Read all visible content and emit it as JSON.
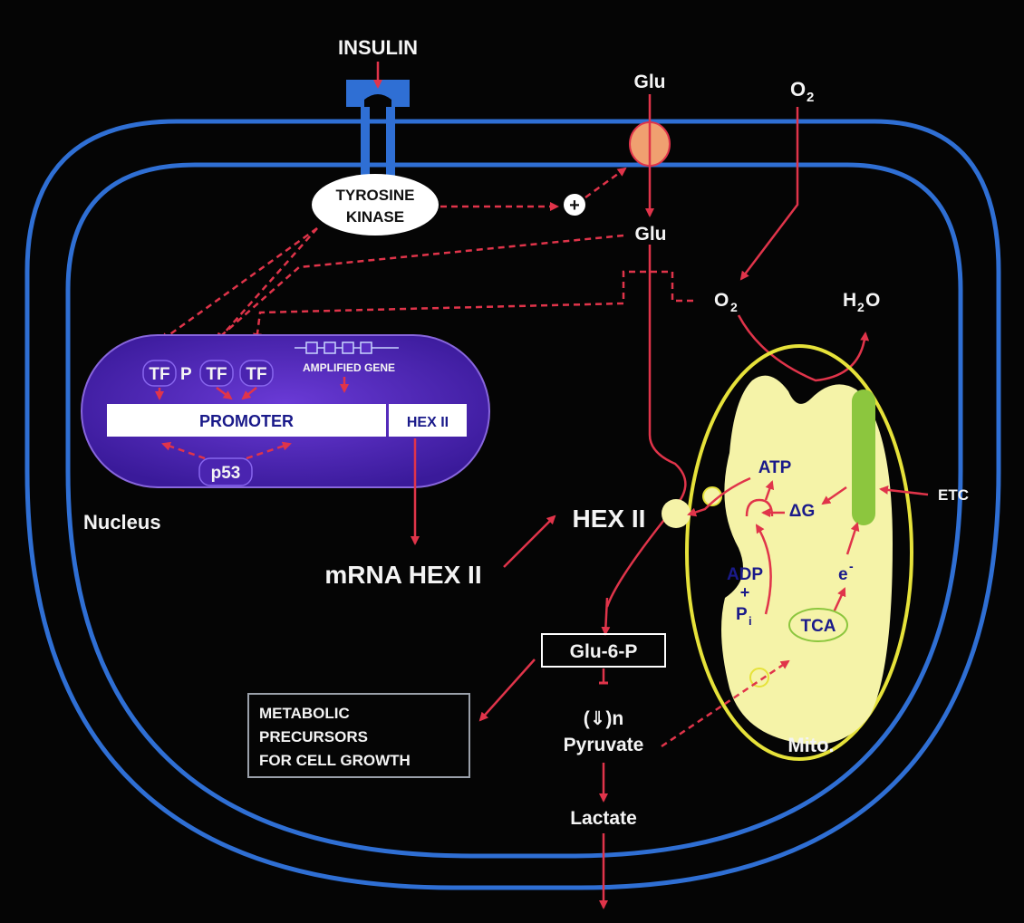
{
  "labels": {
    "insulin": "INSULIN",
    "glu_top": "Glu",
    "o2_top": "O",
    "o2_top_sub": "2",
    "tyrosine_line1": "TYROSINE",
    "tyrosine_line2": "KINASE",
    "plus": "+",
    "glu_inside": "Glu",
    "o2_inside": "O",
    "o2_inside_sub": "2",
    "h2o_h": "H",
    "h2o_sub": "2",
    "h2o_o": "O",
    "tf1": "TF",
    "p": "P",
    "tf2": "TF",
    "tf3": "TF",
    "amplified_gene": "AMPLIFIED GENE",
    "promoter": "PROMOTER",
    "hex_gene": "HEX II",
    "p53": "p53",
    "nucleus": "Nucleus",
    "mrna": "mRNA HEX II",
    "hex_enzyme": "HEX II",
    "atp": "ATP",
    "delta_g": "ΔG",
    "etc": "ETC",
    "adp": "ADP",
    "plus2": "+",
    "pi": "P",
    "pi_sub": "i",
    "electron": "e",
    "electron_sup": "-",
    "tca": "TCA",
    "glu6p": "Glu-6-P",
    "metabolic_1": "METABOLIC",
    "metabolic_2": "PRECURSORS",
    "metabolic_3": "FOR CELL GROWTH",
    "n_down": "(⇓)n",
    "pyruvate": "Pyruvate",
    "mito": "Mito.",
    "lactate": "Lactate"
  },
  "colors": {
    "membrane": "#2f6fd4",
    "arrow": "#e0344a",
    "nucleus": "#5a2ec4",
    "mito_fill": "#f5f3a8",
    "mito_outline": "#e6e23a",
    "etc_green": "#8cc63e",
    "transporter": "#f0a070"
  }
}
